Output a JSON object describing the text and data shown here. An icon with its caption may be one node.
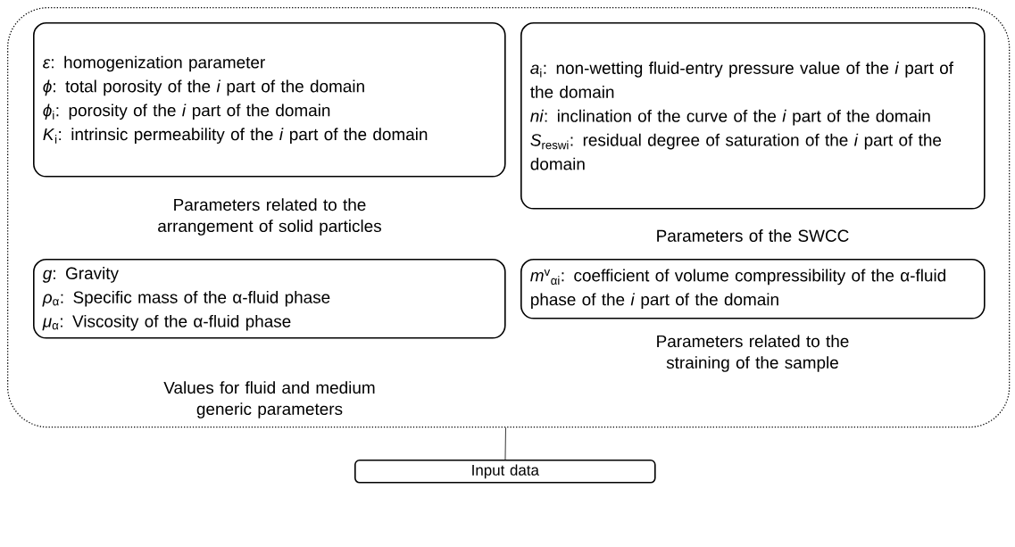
{
  "diagram": {
    "nodes": [
      {
        "text": [],
        "shape": "box"
      },
      {
        "text": [
          "*ε*: homogenization parameter",
          "*ϕ*: total porosity of the *i* part of the domain",
          "*ϕ*$_{i}$: porosity of the *i* part of the domain",
          "*K*$_{i}$: intrinsic permeability of the *i* part of the domain"
        ],
        "beside": [
          "Parameters related to the arrangement of solid particles"
        ],
        "in": 0
      },
      {
        "text": [
          "*a*$_{i}$: non-wetting fluid-entry pressure value of the *i* part of the domain",
          "*ni*: inclination of the curve of the *i* part of the domain",
          "*S*$_{reswi}$: residual degree of saturation of the *i* part of the domain"
        ],
        "beside": [
          "Parameters of the SWCC"
        ],
        "in": 0
      },
      {
        "text": [
          "*g*: Gravity",
          "*ρ*$_{α}$: Specific mass of the α-fluid phase",
          "*μ*$_{α}$: Viscosity of the α-fluid phase"
        ],
        "beside": [
          "Values for fluid and medium generic parameters"
        ],
        "in": 0
      },
      {
        "text": [
          "*m*$^{v}$$_{αi}$: coefficient of volume compressibility of the α-fluid phase of the *i* part of the domain"
        ],
        "beside": [
          "Parameters related to the straining of the sample"
        ],
        "in": 0
      },
      {
        "text": [
          "Input data"
        ]
      }
    ],
    "edges": [
      {
        "from": 0,
        "to": 5,
        "arrow": "none"
      }
    ]
  }
}
